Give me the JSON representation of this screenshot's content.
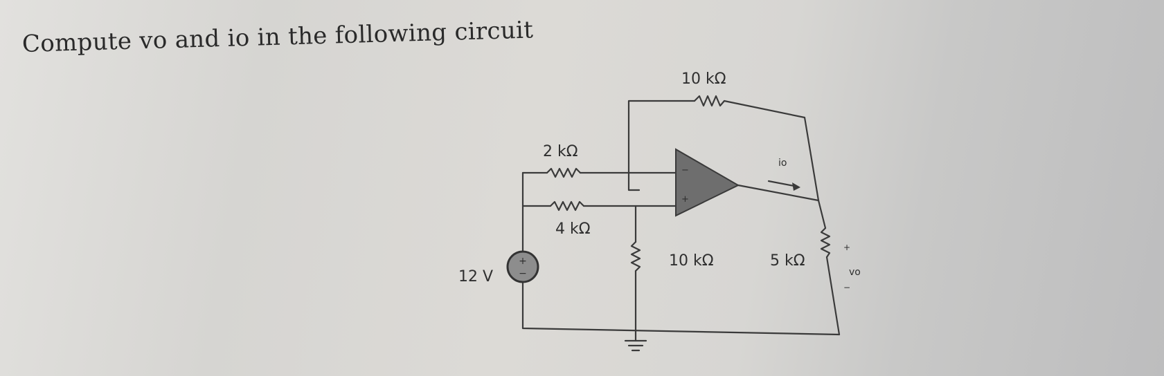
{
  "question": "Compute vo and io in the following circuit",
  "circuit": {
    "source_label": "12 V",
    "r_top_label": "10 kΩ",
    "r_in1_label": "2 kΩ",
    "r_in2_label": "4 kΩ",
    "r_ground_label": "10 kΩ",
    "r_load_label": "5 kΩ",
    "current_label": "io",
    "output_voltage_label": "vo",
    "source_plus": "+",
    "source_minus": "−"
  },
  "colors": {
    "wire": "#3a3a3a",
    "opamp_fill": "#6e6e6e",
    "source_fill": "#8d8d8d"
  }
}
